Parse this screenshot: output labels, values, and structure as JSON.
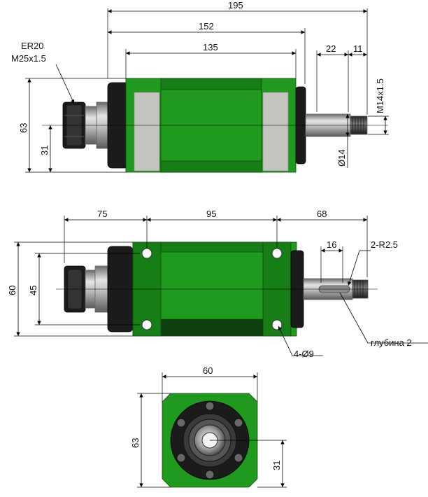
{
  "top_view": {
    "dim_overall": "195",
    "dim_body_with_flange": "152",
    "dim_body": "135",
    "dim_shaft_step": "22",
    "dim_thread_len": "11",
    "collet_label_1": "ER20",
    "collet_label_2": "M25x1.5",
    "dim_height": "63",
    "dim_axis_height": "31",
    "thread_label": "M14x1.5",
    "shaft_diameter": "Ø14"
  },
  "side_view": {
    "dim_left": "75",
    "dim_mid": "95",
    "dim_right": "68",
    "dim_height": "60",
    "dim_hole_spacing": "45",
    "dim_keyway": "16",
    "keyway_label": "2-R2.5",
    "depth_label": "глубина 2",
    "holes_label": "4-Ø9"
  },
  "front_view": {
    "dim_width": "60",
    "dim_height": "63",
    "dim_axis_height": "31"
  }
}
